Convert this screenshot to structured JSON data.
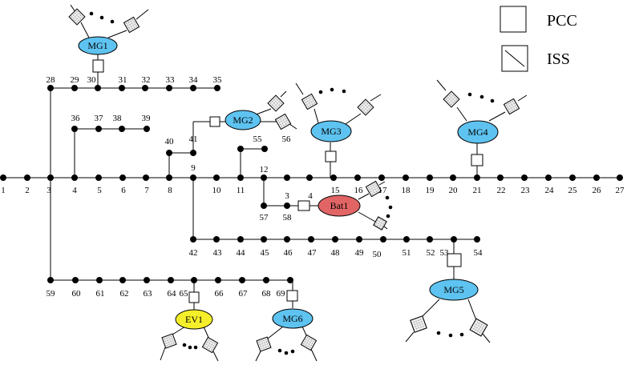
{
  "diagram": {
    "node_labels": {
      "n1": "1",
      "n2": "2",
      "n3": "3",
      "n4": "4",
      "n5": "5",
      "n6": "6",
      "n7": "7",
      "n8": "8",
      "n9": "9",
      "n10": "10",
      "n11": "11",
      "n12": "12",
      "n15": "15",
      "n16": "16",
      "n17": "17",
      "n18": "18",
      "n19": "19",
      "n20": "20",
      "n21": "21",
      "n22": "22",
      "n23": "23",
      "n24": "24",
      "n25": "25",
      "n26": "26",
      "n27": "27",
      "n28": "28",
      "n29": "29",
      "n30": "30",
      "n31": "31",
      "n32": "32",
      "n33": "33",
      "n34": "34",
      "n35": "35",
      "n36": "36",
      "n37": "37",
      "n38": "38",
      "n39": "39",
      "n40": "40",
      "n41": "41",
      "n55": "55",
      "n56": "56",
      "b3": "3",
      "b4": "4",
      "n57": "57",
      "n58": "58",
      "n42": "42",
      "n43": "43",
      "n44": "44",
      "n45": "45",
      "n46": "46",
      "n47": "47",
      "n48": "48",
      "n49": "49",
      "n50": "50",
      "n51": "51",
      "n52": "52",
      "n53": "53",
      "n54": "54",
      "n59": "59",
      "n60": "60",
      "n61": "61",
      "n62": "62",
      "n63": "63",
      "n64": "64",
      "n65": "65",
      "n66": "66",
      "n67": "67",
      "n68": "68",
      "n69": "69"
    },
    "sources": {
      "mg1": "MG1",
      "mg2": "MG2",
      "mg3": "MG3",
      "mg4": "MG4",
      "mg5": "MG5",
      "mg6": "MG6",
      "ev1": "EV1",
      "bat1": "Bat1"
    },
    "legend": {
      "pcc": "PCC",
      "iss": "ISS"
    },
    "colors": {
      "microgrid": "#5ec3f0",
      "ev": "#f5ee2a",
      "battery": "#e16565",
      "iss_fill": "#d8d8d8",
      "pcc_fill": "#ffffff"
    }
  }
}
